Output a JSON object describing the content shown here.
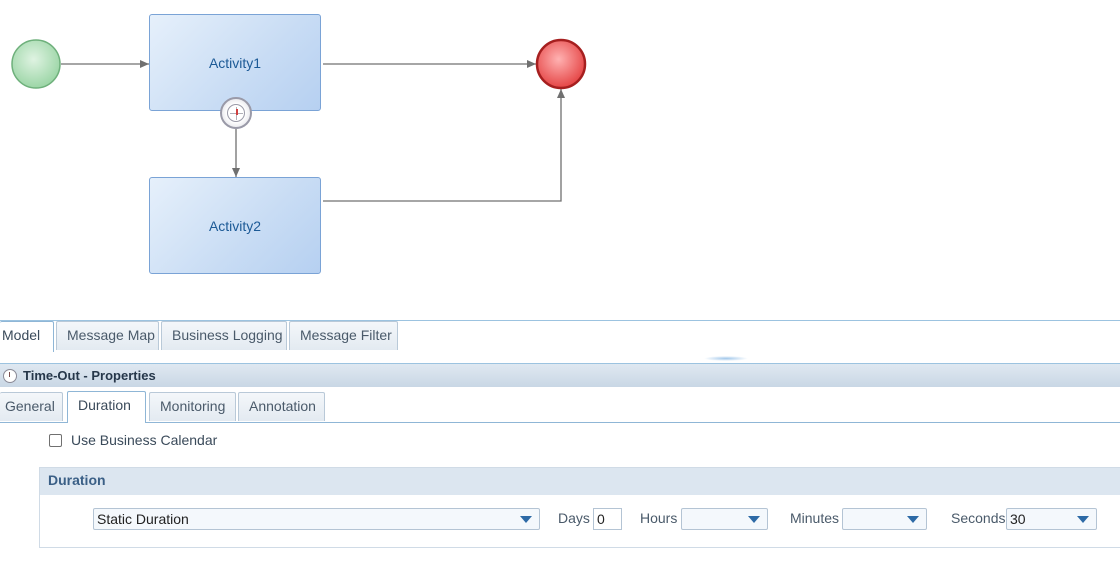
{
  "diagram": {
    "activities": [
      {
        "label": "Activity1"
      },
      {
        "label": "Activity2"
      }
    ],
    "colors": {
      "start_event": "#a8dcb0",
      "end_event": "#e84a4a",
      "activity_fill": "#c8dcf4",
      "connector": "#707070"
    }
  },
  "model_tabs": [
    {
      "label": "Model",
      "active": true
    },
    {
      "label": "Message Map",
      "active": false
    },
    {
      "label": "Business Logging",
      "active": false
    },
    {
      "label": "Message Filter",
      "active": false
    }
  ],
  "properties": {
    "title": "Time-Out - Properties",
    "icon": "timer-icon",
    "tabs": [
      {
        "label": "General",
        "active": false
      },
      {
        "label": "Duration",
        "active": true
      },
      {
        "label": "Monitoring",
        "active": false
      },
      {
        "label": "Annotation",
        "active": false
      }
    ],
    "use_business_calendar": {
      "label": "Use Business Calendar",
      "checked": false
    },
    "duration_group": {
      "title": "Duration",
      "type": {
        "value": "Static Duration"
      },
      "days": {
        "label": "Days",
        "value": "0"
      },
      "hours": {
        "label": "Hours",
        "value": ""
      },
      "minutes": {
        "label": "Minutes",
        "value": ""
      },
      "seconds": {
        "label": "Seconds",
        "value": "30"
      }
    }
  }
}
